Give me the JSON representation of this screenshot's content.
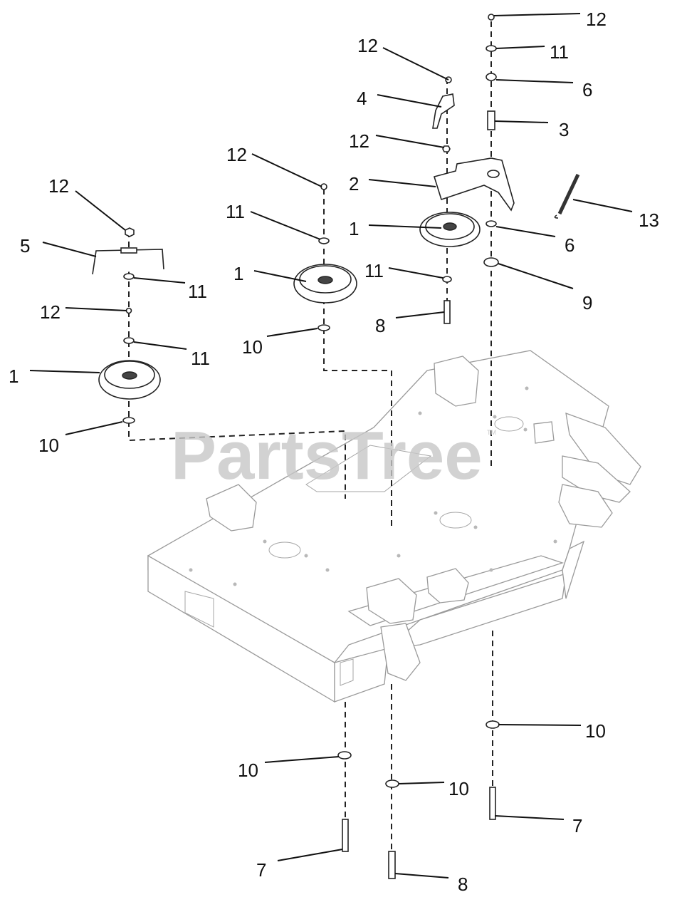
{
  "watermark": {
    "text": "PartsTree",
    "trademark": "TM"
  },
  "callouts": [
    {
      "id": "c-12-top",
      "text": "12"
    },
    {
      "id": "c-11-top",
      "text": "11"
    },
    {
      "id": "c-6-top",
      "text": "6"
    },
    {
      "id": "c-3",
      "text": "3"
    },
    {
      "id": "c-13",
      "text": "13"
    },
    {
      "id": "c-6-mid",
      "text": "6"
    },
    {
      "id": "c-9",
      "text": "9"
    },
    {
      "id": "c-12-arm",
      "text": "12"
    },
    {
      "id": "c-4",
      "text": "4"
    },
    {
      "id": "c-12-arm-low",
      "text": "12"
    },
    {
      "id": "c-2",
      "text": "2"
    },
    {
      "id": "c-1-right",
      "text": "1"
    },
    {
      "id": "c-11-right",
      "text": "11"
    },
    {
      "id": "c-8-top",
      "text": "8"
    },
    {
      "id": "c-12-center",
      "text": "12"
    },
    {
      "id": "c-11-center",
      "text": "11"
    },
    {
      "id": "c-1-center",
      "text": "1"
    },
    {
      "id": "c-10-center",
      "text": "10"
    },
    {
      "id": "c-12-left",
      "text": "12"
    },
    {
      "id": "c-5",
      "text": "5"
    },
    {
      "id": "c-11-left",
      "text": "11"
    },
    {
      "id": "c-12-left-low",
      "text": "12"
    },
    {
      "id": "c-11-left-low",
      "text": "11"
    },
    {
      "id": "c-1-left",
      "text": "1"
    },
    {
      "id": "c-10-left",
      "text": "10"
    },
    {
      "id": "c-10-bottom-right",
      "text": "10"
    },
    {
      "id": "c-7-bottom-right",
      "text": "7"
    },
    {
      "id": "c-10-bottom-left",
      "text": "10"
    },
    {
      "id": "c-10-bottom-center",
      "text": "10"
    },
    {
      "id": "c-7-bottom-left",
      "text": "7"
    },
    {
      "id": "c-8-bottom",
      "text": "8"
    }
  ]
}
